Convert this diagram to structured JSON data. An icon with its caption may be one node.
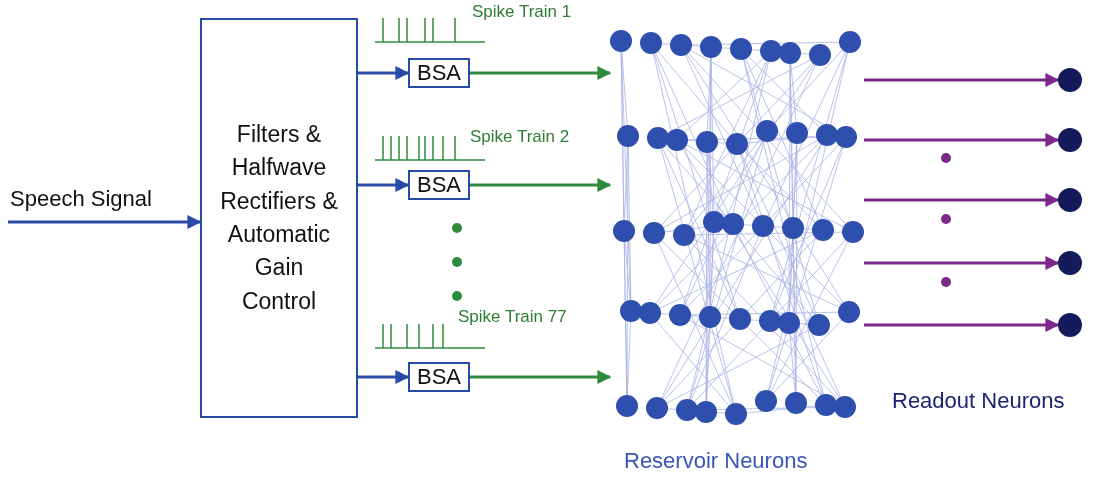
{
  "diagram": {
    "nodes": [
      {
        "text": [
          "Filters & Halfwave Rectifiers & Automatic Gain Control"
        ]
      },
      {
        "text": [
          "BSA"
        ],
        "beside": [
          "Spike Train 1"
        ]
      },
      {
        "text": [
          "BSA"
        ],
        "beside": [
          "Spike Train 2"
        ]
      },
      {
        "text": [
          "BSA"
        ],
        "beside": [
          "Spike Train 77"
        ]
      },
      {
        "text": [
          "Reservoir Neurons"
        ]
      },
      {
        "text": [
          "Readout Neurons"
        ]
      },
      {
        "text": [],
        "shape": "circle",
        "in": 5
      },
      {
        "text": [],
        "shape": "circle",
        "in": 5
      },
      {
        "text": [],
        "shape": "circle",
        "in": 5
      },
      {
        "text": [],
        "shape": "circle",
        "in": 5
      },
      {
        "text": [],
        "shape": "circle",
        "in": 5
      }
    ],
    "edges": [
      {
        "from": null,
        "to": 0,
        "arrow": "to",
        "label": "Speech Signal"
      },
      {
        "from": 0,
        "to": 1,
        "arrow": "to"
      },
      {
        "from": 0,
        "to": 2,
        "arrow": "to"
      },
      {
        "from": 0,
        "to": 3,
        "arrow": "to"
      },
      {
        "from": 1,
        "to": 4,
        "arrow": "to",
        "color": "#2e8b3e"
      },
      {
        "from": 2,
        "to": 4,
        "arrow": "to",
        "color": "#2e8b3e"
      },
      {
        "from": 3,
        "to": 4,
        "arrow": "to",
        "color": "#2e8b3e"
      },
      {
        "from": 4,
        "to": 6,
        "arrow": "to",
        "color": "#7b2a8a"
      },
      {
        "from": 4,
        "to": 7,
        "arrow": "to",
        "color": "#7b2a8a"
      },
      {
        "from": 4,
        "to": 8,
        "arrow": "to",
        "color": "#7b2a8a"
      },
      {
        "from": 4,
        "to": 9,
        "arrow": "to",
        "color": "#7b2a8a"
      },
      {
        "from": 4,
        "to": 10,
        "arrow": "to",
        "color": "#7b2a8a"
      }
    ]
  }
}
